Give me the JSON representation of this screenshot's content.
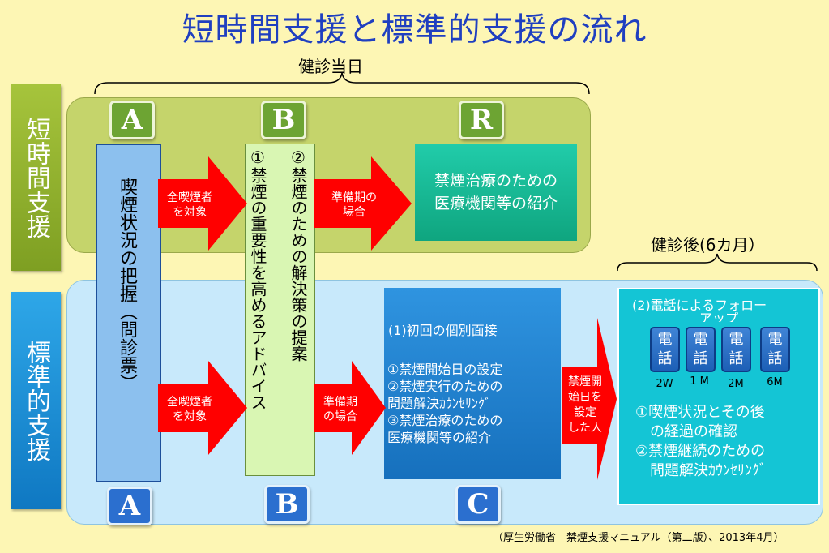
{
  "title": "短時間支援と標準的支援の流れ",
  "label_checkup_day": "健診当日",
  "label_after_checkup": "健診後(6カ月）",
  "side_short": "短時間支援",
  "side_standard": "標準的支援",
  "letters": {
    "a_top": "A",
    "b_top": "B",
    "r_top": "R",
    "a_bottom": "A",
    "b_bottom": "B",
    "c_bottom": "C"
  },
  "assessment": "喫煙状況の把握（問診票）",
  "advice_line2": "②禁煙のための解決策の提案",
  "advice_line1": "①禁煙の重要性を高めるアドバイス",
  "arrow_top_left": [
    "全喫煙者",
    "を対象"
  ],
  "arrow_top_right": [
    "準備期の",
    "場合"
  ],
  "arrow_bottom_left": [
    "全喫煙者",
    "を対象"
  ],
  "arrow_bottom_right": [
    "準備期",
    "の場合"
  ],
  "arrow_bottom_c": [
    "禁煙開",
    "始日を",
    "設定",
    "した人"
  ],
  "referral": [
    "禁煙治療のための",
    "医療機関等の紹介"
  ],
  "c_box": {
    "heading": "(1)初回の個別面接",
    "lines": [
      "①禁煙開始日の設定",
      "②禁煙実行のための",
      "問題解決ｶｳﾝｾﾘﾝｸﾞ",
      "③禁煙治療のための",
      "医療機関等の紹介"
    ]
  },
  "phone_box": {
    "heading": "(2)電話によるフォロー",
    "heading2": "アップ",
    "phones": [
      {
        "chars": [
          "電",
          "話"
        ],
        "label": "2W"
      },
      {
        "chars": [
          "電",
          "話"
        ],
        "label": "1 M"
      },
      {
        "chars": [
          "電",
          "話"
        ],
        "label": "2M"
      },
      {
        "chars": [
          "電",
          "話"
        ],
        "label": "6M"
      }
    ],
    "lines": [
      "①喫煙状況とその後",
      "の経過の確認",
      "②禁煙継続のための",
      "問題解決ｶｳﾝｾﾘﾝｸﾞ"
    ]
  },
  "footer": "（厚生労働省　禁煙支援マニュアル（第二版）、2013年4月）",
  "colors": {
    "title": "#1f3fc0",
    "arrow": "#ff0000",
    "short_band": "#c5d46b",
    "standard_band": "#c8e9fb"
  }
}
